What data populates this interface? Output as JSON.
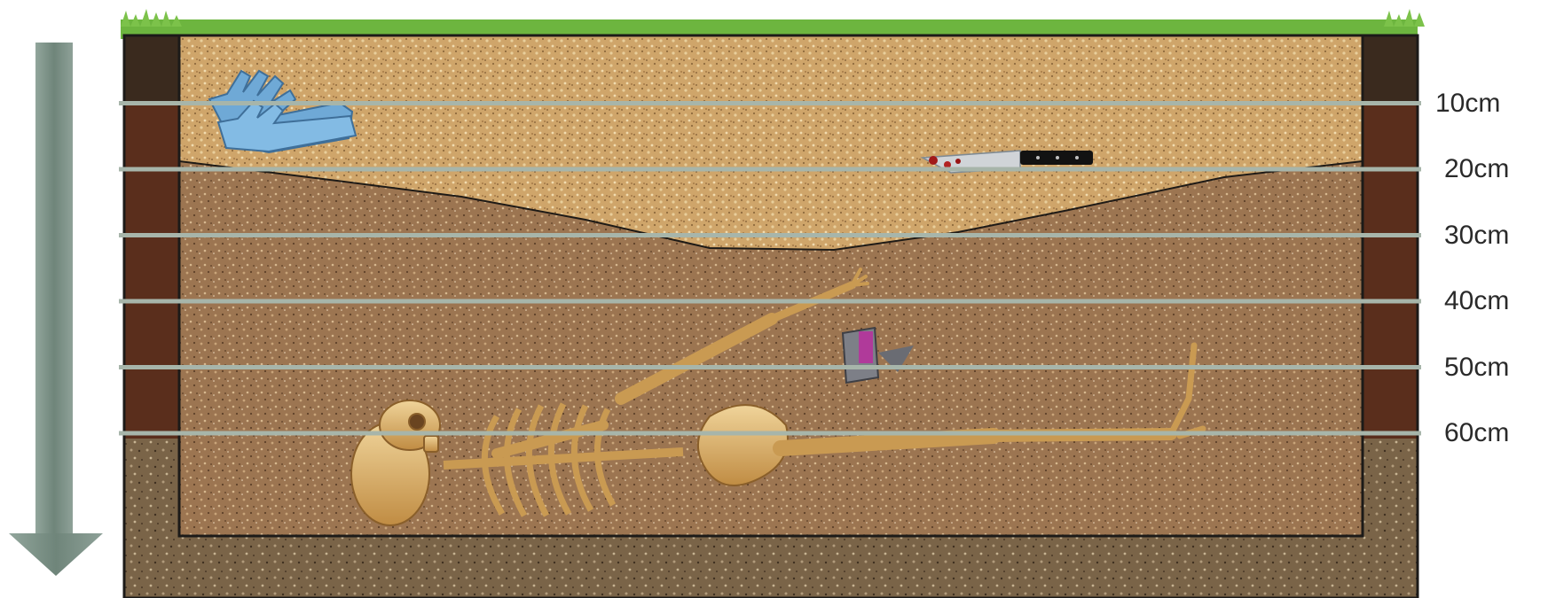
{
  "depth_markers": [
    {
      "label": "10cm",
      "depth_cm": 10
    },
    {
      "label": "20cm",
      "depth_cm": 20
    },
    {
      "label": "30cm",
      "depth_cm": 30
    },
    {
      "label": "40cm",
      "depth_cm": 40
    },
    {
      "label": "50cm",
      "depth_cm": 50
    },
    {
      "label": "60cm",
      "depth_cm": 60
    }
  ],
  "objects": [
    {
      "name": "gloves-icon",
      "color": "#6fa9d6"
    },
    {
      "name": "knife-icon",
      "color": "#d0d4d8"
    },
    {
      "name": "phone-icon",
      "color": "#b03a9a"
    },
    {
      "name": "skeleton-icon",
      "color": "#d8ab63"
    }
  ],
  "colors": {
    "grass": "#6db53f",
    "backfill_soil": "#cfa56a",
    "natural_soil": "#9c7551",
    "subsoil": "#7a6448",
    "wall_top": "#3a2a1e",
    "wall": "#5a2e1c",
    "depth_line": "#a7b5aa",
    "arrow": "#7d9289"
  }
}
